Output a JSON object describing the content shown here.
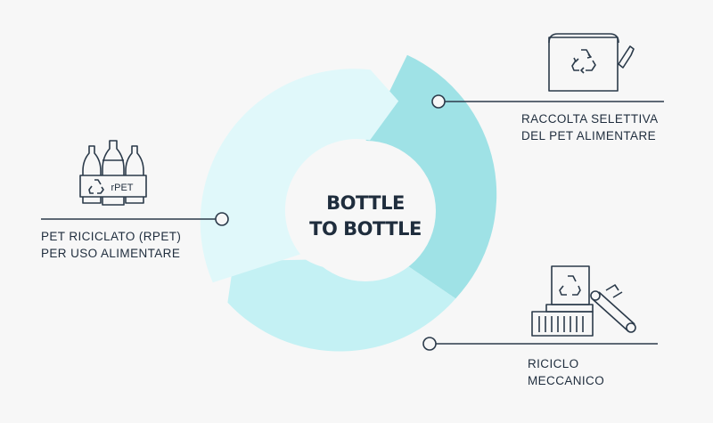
{
  "diagram": {
    "title_line1": "BOTTLE",
    "title_line2": "TO BOTTLE",
    "steps": [
      {
        "line1": "RACCOLTA SELETTIVA",
        "line2": "DEL PET ALIMENTARE",
        "icon": "collection-bin-icon"
      },
      {
        "line1": "RICICLO",
        "line2": "MECCANICO",
        "icon": "recycling-machine-icon"
      },
      {
        "line1": "PET RICICLATO (rPET)",
        "line2": "PER USO ALIMENTARE",
        "icon": "rpet-bottles-icon"
      }
    ],
    "bottle_pack_label": "rPET",
    "colors": {
      "background": "#f7f7f7",
      "segment_collection": "#9fe2e6",
      "segment_recycling": "#c4f1f4",
      "segment_rpet": "#e0f8fa",
      "line": "#2b3a4a",
      "text": "#1f2d3d"
    }
  }
}
